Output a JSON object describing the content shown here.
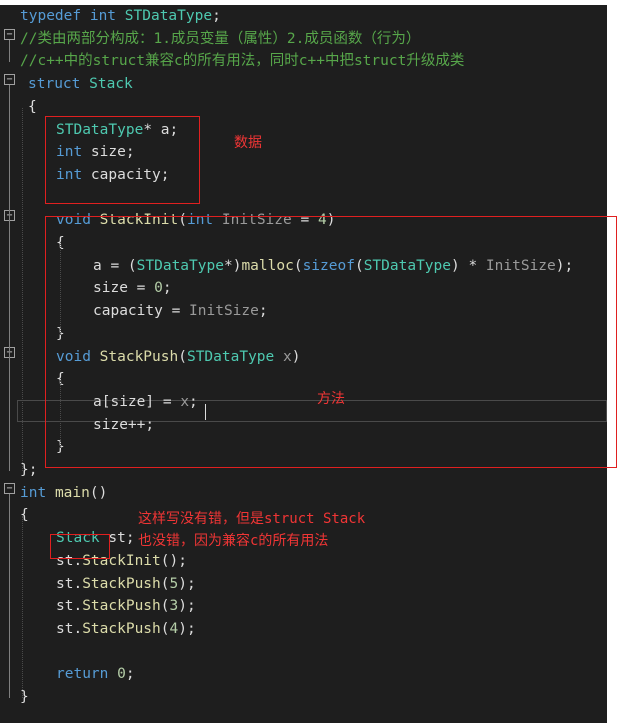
{
  "lines": [
    [
      {
        "c": "kw",
        "t": "typedef"
      },
      {
        "c": "pl",
        "t": " "
      },
      {
        "c": "kw",
        "t": "int"
      },
      {
        "c": "pl",
        "t": " "
      },
      {
        "c": "ty",
        "t": "STDataType"
      },
      {
        "c": "pl",
        "t": ";"
      }
    ],
    [
      {
        "c": "cm",
        "t": "//类由两部分构成：1.成员变量（属性）2.成员函数（行为）"
      }
    ],
    [
      {
        "c": "cm",
        "t": "//c++中的struct兼容c的所有用法，同时c++中把struct升级成类"
      }
    ],
    [
      {
        "c": "kw",
        "t": "struct"
      },
      {
        "c": "pl",
        "t": " "
      },
      {
        "c": "ty",
        "t": "Stack"
      }
    ],
    [
      {
        "c": "pl",
        "t": "{"
      }
    ],
    [
      {
        "c": "ty",
        "t": "STDataType"
      },
      {
        "c": "pl",
        "t": "* a;"
      }
    ],
    [
      {
        "c": "kw",
        "t": "int"
      },
      {
        "c": "pl",
        "t": " size;"
      }
    ],
    [
      {
        "c": "kw",
        "t": "int"
      },
      {
        "c": "pl",
        "t": " capacity;"
      }
    ],
    [],
    [
      {
        "c": "kw",
        "t": "void"
      },
      {
        "c": "pl",
        "t": " "
      },
      {
        "c": "fn",
        "t": "StackInit"
      },
      {
        "c": "pl",
        "t": "("
      },
      {
        "c": "kw",
        "t": "int"
      },
      {
        "c": "pl",
        "t": " "
      },
      {
        "c": "pm",
        "t": "InitSize"
      },
      {
        "c": "pl",
        "t": " = "
      },
      {
        "c": "num",
        "t": "4"
      },
      {
        "c": "pl",
        "t": ")"
      }
    ],
    [
      {
        "c": "pl",
        "t": "{"
      }
    ],
    [
      {
        "c": "pl",
        "t": "a = ("
      },
      {
        "c": "ty",
        "t": "STDataType"
      },
      {
        "c": "pl",
        "t": "*)"
      },
      {
        "c": "fn",
        "t": "malloc"
      },
      {
        "c": "pl",
        "t": "("
      },
      {
        "c": "kw",
        "t": "sizeof"
      },
      {
        "c": "pl",
        "t": "("
      },
      {
        "c": "ty",
        "t": "STDataType"
      },
      {
        "c": "pl",
        "t": ") * "
      },
      {
        "c": "pm",
        "t": "InitSize"
      },
      {
        "c": "pl",
        "t": ");"
      }
    ],
    [
      {
        "c": "pl",
        "t": "size = "
      },
      {
        "c": "num",
        "t": "0"
      },
      {
        "c": "pl",
        "t": ";"
      }
    ],
    [
      {
        "c": "pl",
        "t": "capacity = "
      },
      {
        "c": "pm",
        "t": "InitSize"
      },
      {
        "c": "pl",
        "t": ";"
      }
    ],
    [
      {
        "c": "pl",
        "t": "}"
      }
    ],
    [
      {
        "c": "kw",
        "t": "void"
      },
      {
        "c": "pl",
        "t": " "
      },
      {
        "c": "fn",
        "t": "StackPush"
      },
      {
        "c": "pl",
        "t": "("
      },
      {
        "c": "ty",
        "t": "STDataType"
      },
      {
        "c": "pl",
        "t": " "
      },
      {
        "c": "pm",
        "t": "x"
      },
      {
        "c": "pl",
        "t": ")"
      }
    ],
    [
      {
        "c": "pl",
        "t": "{"
      }
    ],
    [
      {
        "c": "pl",
        "t": "a[size] = "
      },
      {
        "c": "pm",
        "t": "x"
      },
      {
        "c": "pl",
        "t": ";"
      }
    ],
    [
      {
        "c": "pl",
        "t": "size++;"
      }
    ],
    [
      {
        "c": "pl",
        "t": "}"
      }
    ],
    [
      {
        "c": "pl",
        "t": "};"
      }
    ],
    [
      {
        "c": "kw",
        "t": "int"
      },
      {
        "c": "pl",
        "t": " "
      },
      {
        "c": "fn",
        "t": "main"
      },
      {
        "c": "pl",
        "t": "()"
      }
    ],
    [
      {
        "c": "pl",
        "t": "{"
      }
    ],
    [
      {
        "c": "ty",
        "t": "Stack"
      },
      {
        "c": "pl",
        "t": " st;"
      }
    ],
    [
      {
        "c": "pl",
        "t": "st."
      },
      {
        "c": "fn",
        "t": "StackInit"
      },
      {
        "c": "pl",
        "t": "();"
      }
    ],
    [
      {
        "c": "pl",
        "t": "st."
      },
      {
        "c": "fn",
        "t": "StackPush"
      },
      {
        "c": "pl",
        "t": "("
      },
      {
        "c": "num",
        "t": "5"
      },
      {
        "c": "pl",
        "t": ");"
      }
    ],
    [
      {
        "c": "pl",
        "t": "st."
      },
      {
        "c": "fn",
        "t": "StackPush"
      },
      {
        "c": "pl",
        "t": "("
      },
      {
        "c": "num",
        "t": "3"
      },
      {
        "c": "pl",
        "t": ");"
      }
    ],
    [
      {
        "c": "pl",
        "t": "st."
      },
      {
        "c": "fn",
        "t": "StackPush"
      },
      {
        "c": "pl",
        "t": "("
      },
      {
        "c": "num",
        "t": "4"
      },
      {
        "c": "pl",
        "t": ");"
      }
    ],
    [],
    [
      {
        "c": "kw",
        "t": "return"
      },
      {
        "c": "pl",
        "t": " "
      },
      {
        "c": "num",
        "t": "0"
      },
      {
        "c": "pl",
        "t": ";"
      }
    ],
    [
      {
        "c": "pl",
        "t": "}"
      }
    ]
  ],
  "annotations": {
    "data_label": "数据",
    "methods_label": "方法",
    "note_line1": "这样写没有错，但是struct Stack",
    "note_line2": "也没错，因为兼容c的所有用法"
  },
  "colors": {
    "background": "#1e1e1e",
    "keyword": "#569cd6",
    "type": "#4ec9b0",
    "function": "#dcdcaa",
    "comment": "#57a64a",
    "number": "#b5cea8",
    "annotation": "#e02020"
  }
}
